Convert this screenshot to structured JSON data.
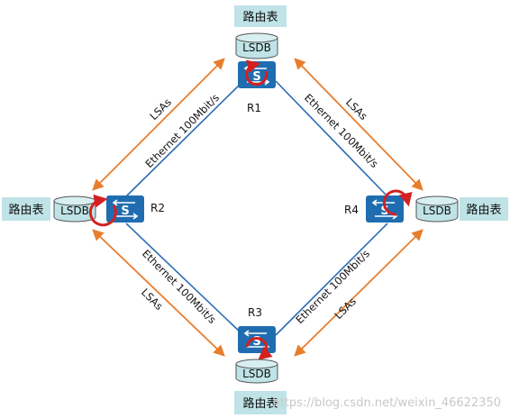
{
  "routing_table_label": "路由表",
  "database_label": "LSDB",
  "lsa_label": "LSAs",
  "link_label": "Ethernet 100Mbit/s",
  "routers": {
    "r1": "R1",
    "r2": "R2",
    "r3": "R3",
    "r4": "R4"
  },
  "watermark": "https://blog.csdn.net/weixin_46622350",
  "colors": {
    "link": "#2a6db5",
    "lsa_arrow": "#e87d2c",
    "router": "#1f6db0",
    "db": "#bfe3e6",
    "table_bg": "#bfe3e6",
    "loop": "#d42020"
  }
}
